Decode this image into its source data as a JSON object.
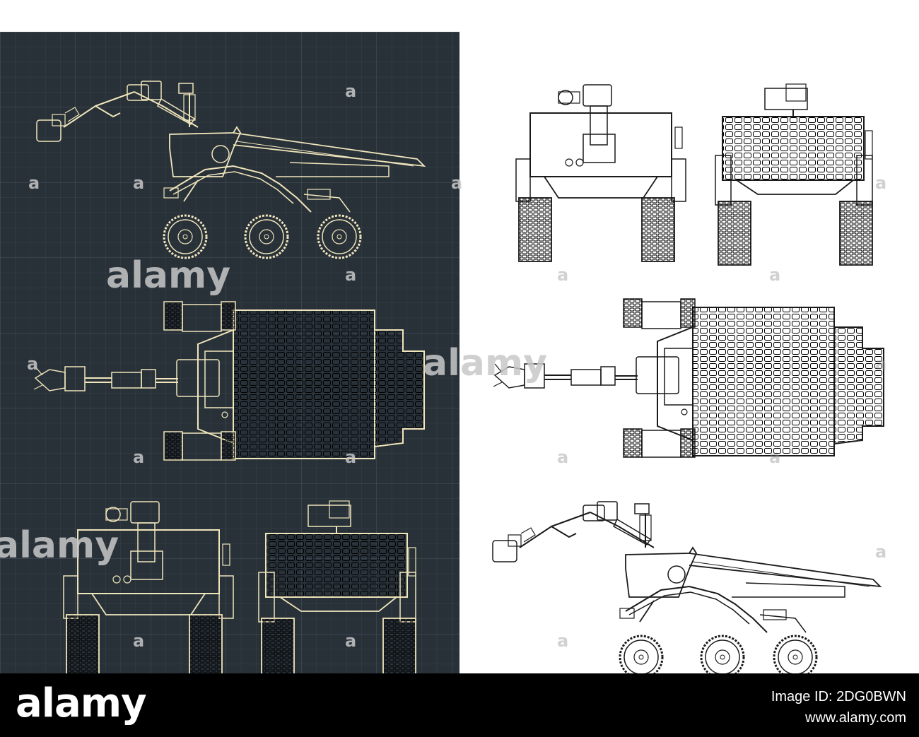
{
  "colors": {
    "blueprint_bg": "#283038",
    "grid_minor": "#3a434c",
    "grid_major": "#4a545e",
    "line_light": "#f0e6bc",
    "line_dark": "#1a1a1a",
    "paper": "#ffffff",
    "footer_bg": "#000000",
    "watermark": "#c8c8c8"
  },
  "watermark": "alamy",
  "footer": {
    "logo": "alamy",
    "image_id": "Image ID: 2DG0BWN",
    "url": "www.alamy.com"
  },
  "icons": [
    "alamy-watermark-icon",
    "rover-side-view-icon",
    "rover-top-view-icon",
    "rover-front-view-icon",
    "rover-rear-view-icon"
  ]
}
